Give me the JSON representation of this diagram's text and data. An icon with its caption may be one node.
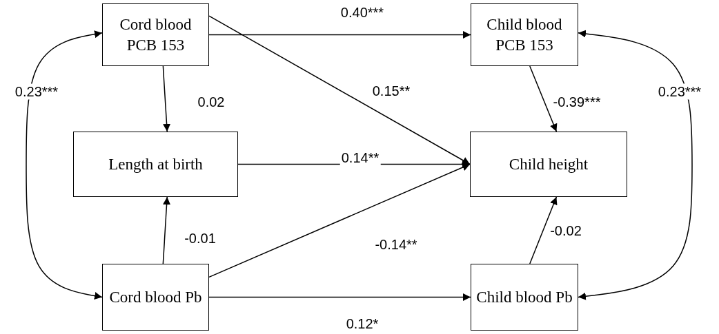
{
  "diagram": {
    "nodes": [
      {
        "text": [
          "Cord blood PCB 153"
        ]
      },
      {
        "text": [
          "Child blood PCB 153"
        ]
      },
      {
        "text": [
          "Length at birth"
        ]
      },
      {
        "text": [
          "Child height"
        ]
      },
      {
        "text": [
          "Cord blood Pb"
        ]
      },
      {
        "text": [
          "Child blood Pb"
        ]
      }
    ],
    "edges": [
      {
        "from": 0,
        "to": 1,
        "arrow": "to",
        "label": "0.40***"
      },
      {
        "from": 0,
        "to": 3,
        "arrow": "to",
        "label": "0.15**"
      },
      {
        "from": 0,
        "to": 2,
        "arrow": "to",
        "label": "0.02"
      },
      {
        "from": 2,
        "to": 3,
        "arrow": "to",
        "label": "0.14**"
      },
      {
        "from": 1,
        "to": 3,
        "arrow": "to",
        "label": "-0.39***"
      },
      {
        "from": 4,
        "to": 2,
        "arrow": "to",
        "label": "-0.01"
      },
      {
        "from": 4,
        "to": 3,
        "arrow": "to",
        "label": "-0.14**"
      },
      {
        "from": 4,
        "to": 5,
        "arrow": "to",
        "label": "0.12*"
      },
      {
        "from": 5,
        "to": 3,
        "arrow": "to",
        "label": "-0.02"
      },
      {
        "from": 0,
        "to": 4,
        "arrow": "both",
        "label": "0.23***"
      },
      {
        "from": 1,
        "to": 5,
        "arrow": "both",
        "label": "0.23***"
      }
    ]
  }
}
